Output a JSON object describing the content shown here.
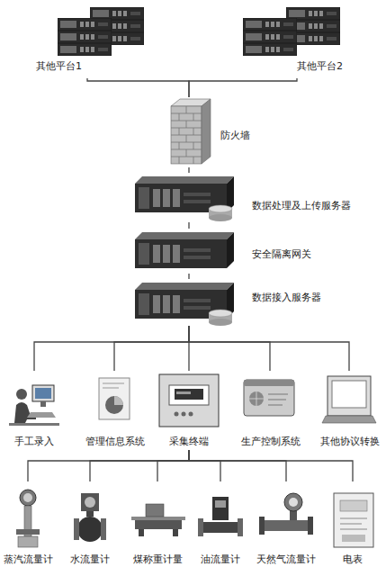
{
  "diagram": {
    "nodes": [
      {
        "text": [
          "其他平台1"
        ]
      },
      {
        "text": [
          "其他平台2"
        ]
      },
      {
        "text": [
          "防火墙"
        ]
      },
      {
        "text": [
          "数据处理及上传服务器"
        ]
      },
      {
        "text": [
          "安全隔离网关"
        ]
      },
      {
        "text": [
          "数据接入服务器"
        ]
      },
      {
        "text": [
          "手工录入"
        ]
      },
      {
        "text": [
          "管理信息系统"
        ]
      },
      {
        "text": [
          "采集终端"
        ]
      },
      {
        "text": [
          "生产控制系统"
        ]
      },
      {
        "text": [
          "其他协议转换"
        ]
      },
      {
        "text": [
          "蒸汽流量计"
        ]
      },
      {
        "text": [
          "水流量计"
        ]
      },
      {
        "text": [
          "煤称重计量"
        ]
      },
      {
        "text": [
          "油流量计"
        ]
      },
      {
        "text": [
          "天然气流量计"
        ]
      },
      {
        "text": [
          "电表"
        ]
      }
    ],
    "edges": [
      {
        "from": 0,
        "to": 2,
        "arrow": "none"
      },
      {
        "from": 1,
        "to": 2,
        "arrow": "none"
      },
      {
        "from": 2,
        "to": 3,
        "arrow": "none"
      },
      {
        "from": 3,
        "to": 4,
        "arrow": "none"
      },
      {
        "from": 4,
        "to": 5,
        "arrow": "none"
      },
      {
        "from": 5,
        "to": 6,
        "arrow": "none"
      },
      {
        "from": 5,
        "to": 7,
        "arrow": "none"
      },
      {
        "from": 5,
        "to": 8,
        "arrow": "none"
      },
      {
        "from": 5,
        "to": 9,
        "arrow": "none"
      },
      {
        "from": 5,
        "to": 10,
        "arrow": "none"
      },
      {
        "from": 8,
        "to": 11,
        "arrow": "none"
      },
      {
        "from": 8,
        "to": 12,
        "arrow": "none"
      },
      {
        "from": 8,
        "to": 13,
        "arrow": "none"
      },
      {
        "from": 8,
        "to": 14,
        "arrow": "none"
      },
      {
        "from": 8,
        "to": 15,
        "arrow": "none"
      },
      {
        "from": 8,
        "to": 16,
        "arrow": "none"
      }
    ]
  }
}
